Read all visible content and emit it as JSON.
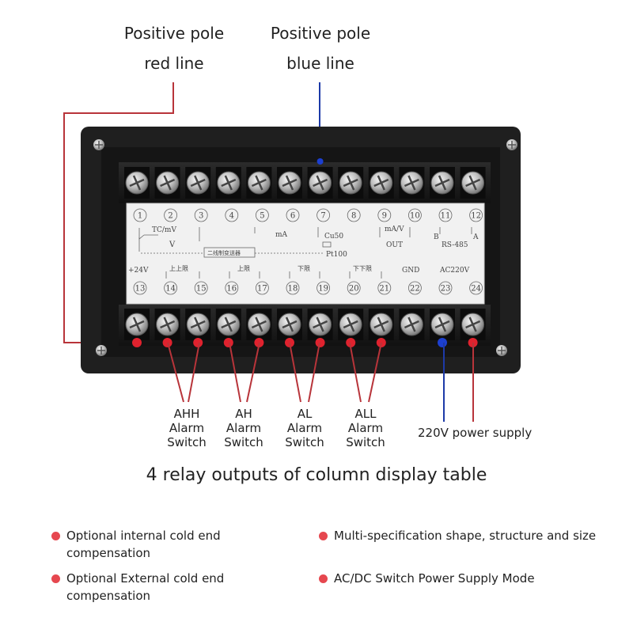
{
  "top_labels": {
    "red": {
      "line1": "Positive pole",
      "line2": "red line"
    },
    "blue": {
      "line1": "Positive pole",
      "line2": "blue line"
    }
  },
  "panel": {
    "terminal_numbers_top": [
      "1",
      "2",
      "3",
      "4",
      "5",
      "6",
      "7",
      "8",
      "9",
      "10",
      "11",
      "12"
    ],
    "terminal_numbers_bottom": [
      "13",
      "14",
      "15",
      "16",
      "17",
      "18",
      "19",
      "20",
      "21",
      "22",
      "23",
      "24"
    ],
    "tc_mv": "TC/mV",
    "v_label": "V",
    "ma_label": "mA",
    "cu50": "Cu50",
    "pt100": "Pt100",
    "ma_v": "mA/V",
    "out": "OUT",
    "rs485": "RS-485",
    "b_label": "B",
    "a_label": "A",
    "transmitter": "二线制变送器",
    "plus24v": "+24V",
    "upper_upper": "上上限",
    "upper": "上限",
    "lower": "下限",
    "lower_lower": "下下限",
    "gnd": "GND",
    "ac220v": "AC220V"
  },
  "relay_labels": [
    {
      "l1": "AHH",
      "l2": "Alarm",
      "l3": "Switch"
    },
    {
      "l1": "AH",
      "l2": "Alarm",
      "l3": "Switch"
    },
    {
      "l1": "AL",
      "l2": "Alarm",
      "l3": "Switch"
    },
    {
      "l1": "ALL",
      "l2": "Alarm",
      "l3": "Switch"
    }
  ],
  "power_label": "220V power supply",
  "title": "4 relay outputs of  column display table",
  "features": [
    {
      "l1": "Optional internal cold end",
      "l2": "compensation"
    },
    {
      "l1": "Multi-specification shape, structure and size",
      "l2": ""
    },
    {
      "l1": "Optional External cold end",
      "l2": "compensation"
    },
    {
      "l1": "AC/DC Switch Power Supply Mode",
      "l2": ""
    }
  ],
  "colors": {
    "red": "#e0222e",
    "blue": "#1c3fd0",
    "wire_red": "#b8343a",
    "wire_blue": "#1d3aa8",
    "bullet": "#e6474f"
  }
}
